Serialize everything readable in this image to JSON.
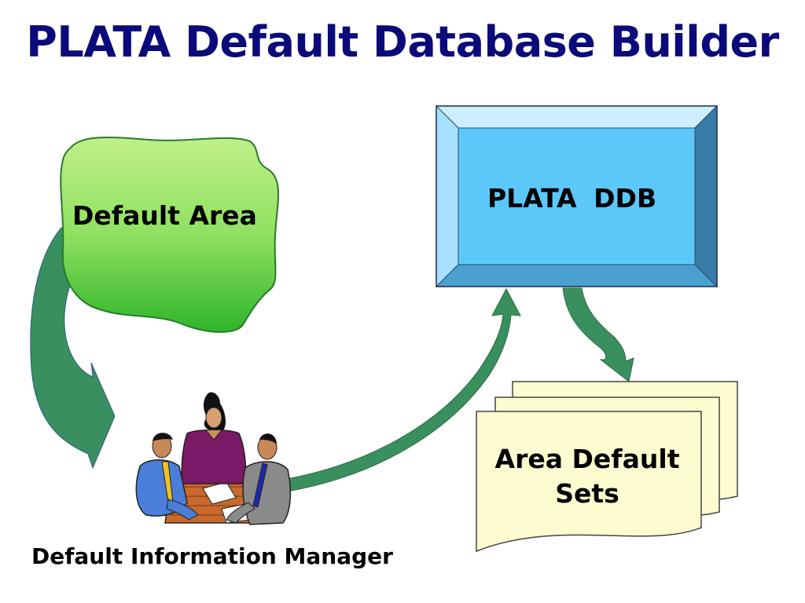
{
  "slide": {
    "title": "PLATA Default Database Builder"
  },
  "nodes": {
    "default_area": "Default Area",
    "ddb": "PLATA  DDB",
    "area_default_sets": "Area Default Sets",
    "manager": "Default Information Manager"
  },
  "colors": {
    "title": "#0a0a7a",
    "arrow": "#3a8f5e",
    "blob_top": "#c4f090",
    "blob_bottom": "#3cb82e",
    "ddb_face": "#5cc8fa",
    "ddb_bevel_dark": "#3a7ca8",
    "ddb_bevel_light": "#a8e0ff",
    "paper": "#fdfcd0"
  }
}
